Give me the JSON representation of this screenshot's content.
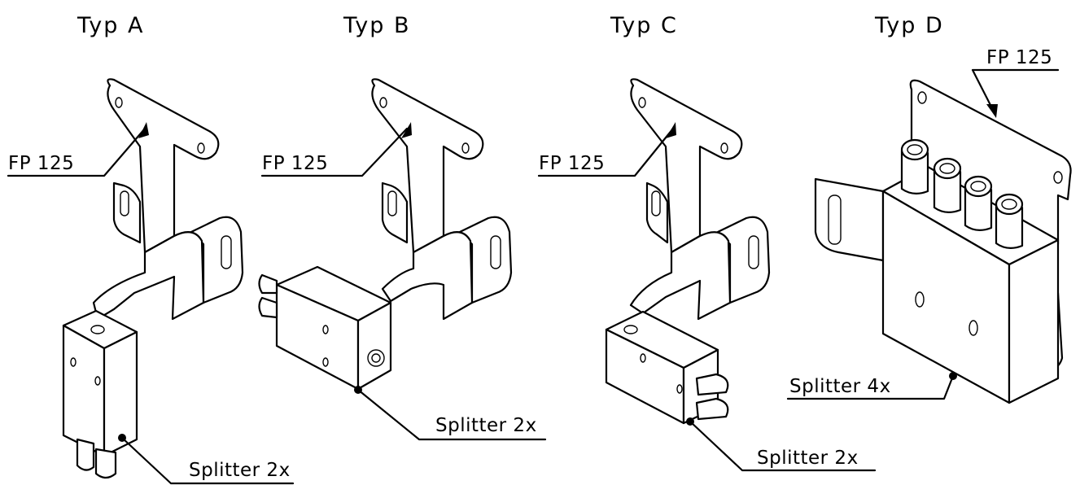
{
  "variants": [
    {
      "title": "Typ A",
      "plate_label": "FP 125",
      "splitter_label": "Splitter 2x"
    },
    {
      "title": "Typ B",
      "plate_label": "FP 125",
      "splitter_label": "Splitter 2x"
    },
    {
      "title": "Typ C",
      "plate_label": "FP 125",
      "splitter_label": "Splitter 2x"
    },
    {
      "title": "Typ D",
      "plate_label": "FP 125",
      "splitter_label": "Splitter 4x"
    }
  ]
}
